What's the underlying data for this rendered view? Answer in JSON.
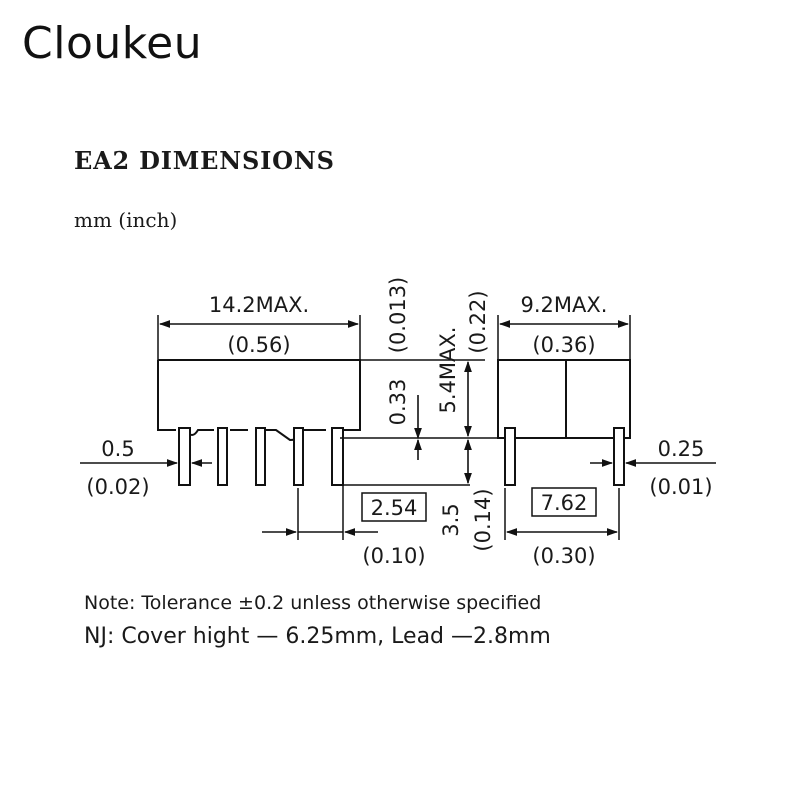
{
  "brand": "Cloukeu",
  "title": "EA2 DIMENSIONS",
  "units": "mm (inch)",
  "dimensions": {
    "front_width": "14.2MAX.",
    "front_width_inch": "(0.56)",
    "side_width": "9.2MAX.",
    "side_width_inch": "(0.36)",
    "standoff": "0.33",
    "standoff_inch": "(0.013)",
    "height": "5.4MAX.",
    "height_inch": "(0.22)",
    "lead_thickness": "0.5",
    "lead_thickness_inch": "(0.02)",
    "lead_width": "0.25",
    "lead_width_inch": "(0.01)",
    "pitch": "2.54",
    "pitch_inch": "(0.10)",
    "lead_length": "3.5",
    "lead_length_inch": "(0.14)",
    "row_spacing": "7.62",
    "row_spacing_inch": "(0.30)"
  },
  "notes": {
    "tolerance": "Note: Tolerance ±0.2 unless otherwise specified",
    "nj": "NJ: Cover hight — 6.25mm, Lead —2.8mm"
  }
}
